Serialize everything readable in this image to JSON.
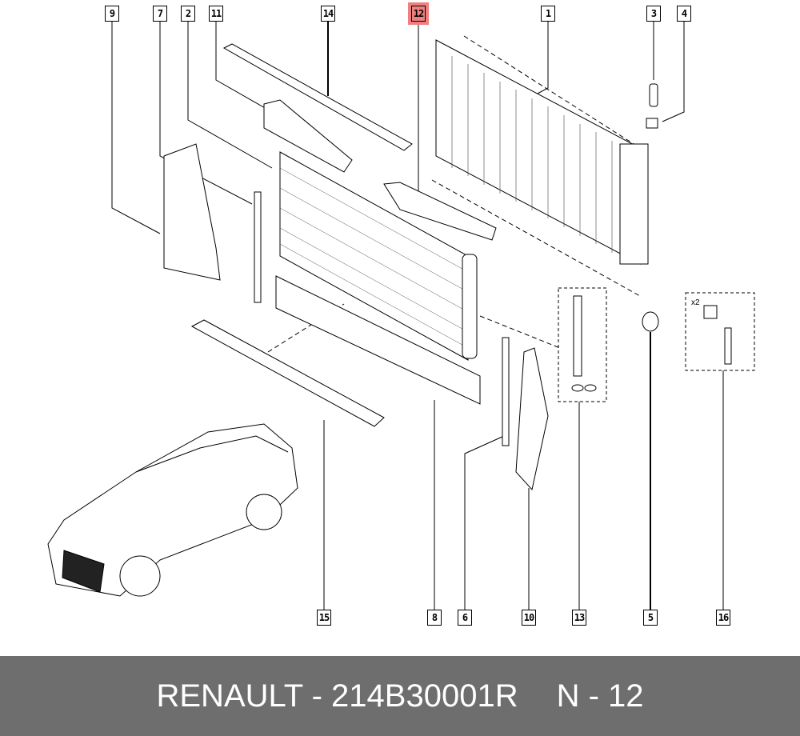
{
  "callouts": {
    "c9": "9",
    "c7": "7",
    "c2": "2",
    "c11": "11",
    "c14": "14",
    "c12": "12",
    "c1": "1",
    "c3": "3",
    "c4": "4",
    "c15": "15",
    "c8": "8",
    "c6": "6",
    "c10": "10",
    "c13": "13",
    "c5": "5",
    "c16": "16"
  },
  "highlighted_part": "12",
  "kit_quantity": "x2",
  "footer": {
    "brand_part": "RENAULT - 214B30001R",
    "item": "N - 12"
  },
  "colors": {
    "highlight": "#f08080",
    "footer_bg": "#6e6e6e"
  }
}
